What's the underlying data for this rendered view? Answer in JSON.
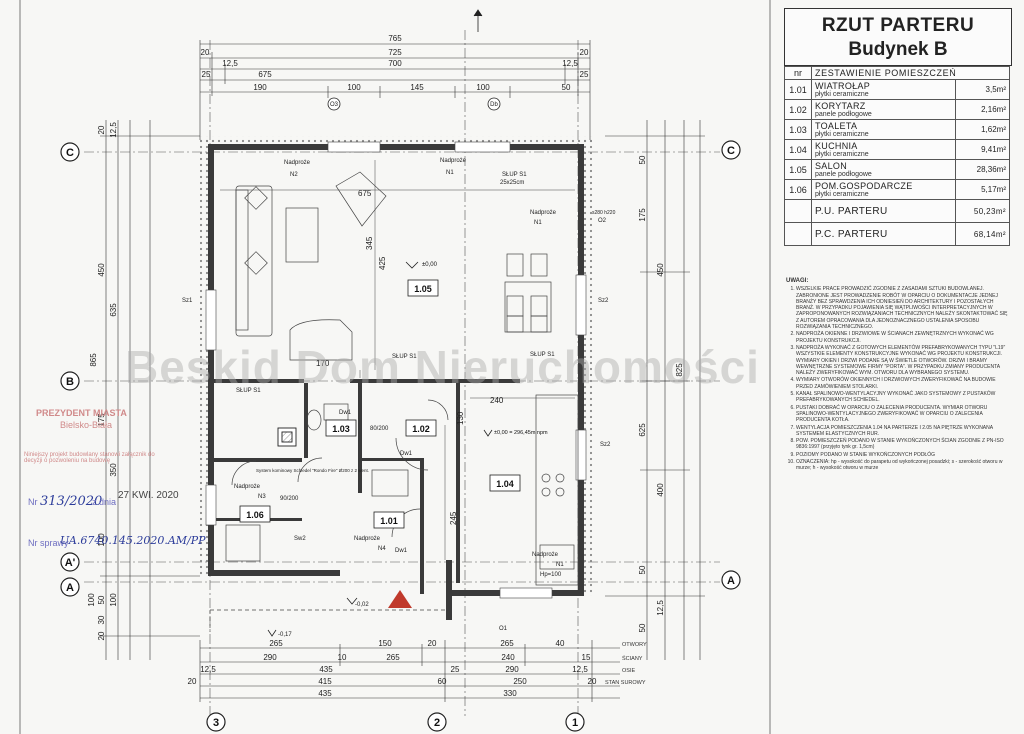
{
  "title": {
    "line1": "RZUT PARTERU",
    "line2": "Budynek B"
  },
  "room_table": {
    "col_nr": "nr",
    "col_name": "ZESTAWIENIE POMIESZCZEŃ",
    "rooms": [
      {
        "nr": "1.01",
        "name": "WIATROŁAP",
        "floor": "płytki ceramiczne",
        "area": "3,5m²"
      },
      {
        "nr": "1.02",
        "name": "KORYTARZ",
        "floor": "panele podłogowe",
        "area": "2,16m²"
      },
      {
        "nr": "1.03",
        "name": "TOALETA",
        "floor": "płytki ceramiczne",
        "area": "1,62m²"
      },
      {
        "nr": "1.04",
        "name": "KUCHNIA",
        "floor": "płytki ceramiczne",
        "area": "9,41m²"
      },
      {
        "nr": "1.05",
        "name": "SALON",
        "floor": "panele podłogowe",
        "area": "28,36m²"
      },
      {
        "nr": "1.06",
        "name": "POM.GOSPODARCZE",
        "floor": "płytki ceramiczne",
        "area": "5,17m²"
      }
    ],
    "pu_label": "P.U. PARTERU",
    "pu_value": "50,23m²",
    "pc_label": "P.C. PARTERU",
    "pc_value": "68,14m²"
  },
  "notes": {
    "heading": "UWAGI:",
    "items": [
      "WSZELKIE PRACE PROWADZIĆ ZGODNIE Z ZASADAMI SZTUKI BUDOWLANEJ. ZABRONIONE JEST PROWADZENIE ROBÓT W OPARCIU O DOKUMENTACJE JEDNEJ BRANŻY BEZ SPRAWDZENIA ICH ODNIESIEŃ DO ARCHITEKTURY I POZOSTAŁYCH BRANŻ. W PRZYPADKU POJAWIENIA SIĘ WĄTPLIWOŚCI INTERPRETACYJNYCH W ZAPROPONOWANYCH ROZWIĄZANIACH TECHNICZNYCH NALEŻY SKONTAKTOWAĆ SIĘ Z AUTOREM OPRACOWANIA DLA JEDNOZNACZNEGO USTALENIA SPOSOBU ROZWIĄZANIA TECHNICZNEGO.",
      "NADPROŻA OKIENNE I DRZWIOWE W ŚCIANACH ZEWNĘTRZNYCH WYKONAĆ WG PROJEKTU KONSTRUKCJI.",
      "NADPROŻA WYKONAĆ Z GOTOWYCH ELEMENTÓW PREFABRYKOWANYCH TYPU \"L19\" WSZYSTKIE ELEMENTY KONSTRUKCYJNE WYKONAĆ WG PROJEKTU KONSTRUKCJI. WYMIARY OKIEN I DRZWI PODANE SĄ W ŚWIETLE OTWORÓW. DRZWI I BRAMY WEWNĘTRZNE SYSTEMOWE FIRMY \"PORTA\". W PRZYPADKU ZMIANY PRODUCENTA NALEŻY ZWERYFIKOWAĆ WYM. OTWORU DLA WYBRANEGO SYSTEMU.",
      "WYMIARY OTWORÓW OKIENNYCH I DRZWIOWYCH ZWERYFIKOWAĆ NA BUDOWIE PRZED ZAMÓWIENIEM STOLARKI.",
      "KANAŁ SPALINOWO-WENTYLACYJNY WYKONAĆ JAKO SYSTEMOWY Z PUSTAKÓW PREFABRYKOWANYCH SCHIEDEL.",
      "PUSTAKI DOBRAĆ W OPARCIU O ZALECENIA PRODUCENTA. WYMIAR OTWORU SPALINOWO-WENTYLACYJNEGO ZWERYFIKOWAĆ W OPARCIU O ZALECENIA PRODUCENTA KOTŁA.",
      "WENTYLACJA POMIESZCZENIA 1.04 NA PARTERZE I 2.05 NA PIĘTRZE WYKONANA SYSTEMEM ELASTYCZNYCH RUR.",
      "POW. POMIESZCZEŃ PODANO W STANIE WYKOŃCZONYCH ŚCIAN ZGODNIE Z PN-ISO 9836:1997 (przyjęto tynk gr. 1,5cm)",
      "POZIOMY PODANO W STANIE WYKOŃCZONYCH PODŁÓG",
      "OZNACZENIA: hp - wysokość do parapetu od wykończonej posadzki; s - szerokość otworu w murze; h - wysokość otworu w murze"
    ]
  },
  "plan": {
    "axis_rows": [
      "C",
      "B",
      "A'",
      "A"
    ],
    "axis_cols": [
      "3",
      "2",
      "1"
    ],
    "top_dims": {
      "row1": [
        "765"
      ],
      "row2": [
        "20",
        "725",
        "20"
      ],
      "row3": [
        "12,5",
        "700",
        "12,5"
      ],
      "row4": [
        "25",
        "675",
        "25"
      ],
      "row5": [
        "190",
        "100",
        "145",
        "100",
        "50"
      ],
      "window_marks": [
        "O3",
        "Db"
      ]
    },
    "bottom_dims": {
      "row1": [
        "265",
        "150",
        "20",
        "265",
        "40"
      ],
      "row2": [
        "290",
        "10",
        "265",
        "240",
        "15"
      ],
      "row3": [
        "12,5",
        "435",
        "25",
        "290",
        "12,5"
      ],
      "row4": [
        "20",
        "415",
        "60",
        "250",
        "20"
      ],
      "row5": [
        "435",
        "330"
      ],
      "legend": [
        "OTWORY",
        "ŚCIANY",
        "OSIE",
        "STAN SUROWY"
      ]
    },
    "left_dims": [
      "20",
      "12,5",
      "450",
      "635",
      "865",
      "175",
      "350",
      "100",
      "100",
      "50",
      "30",
      "100",
      "20"
    ],
    "right_dims": [
      "50",
      "175",
      "450",
      "825",
      "625",
      "400",
      "50",
      "12,5",
      "50"
    ],
    "rooms": [
      {
        "nr": "1.05",
        "level": "±0,00"
      },
      {
        "nr": "1.04",
        "level": "±0,00 = 296,45m npm"
      },
      {
        "nr": "1.03"
      },
      {
        "nr": "1.02"
      },
      {
        "nr": "1.01"
      },
      {
        "nr": "1.06"
      }
    ],
    "labels": {
      "nadproze": "Nadproże",
      "n1": "N1",
      "n2": "N2",
      "n3": "N3",
      "n4": "N4",
      "slup": "SŁUP S1",
      "slup_dim": "25x25cm",
      "sz1": "Sz1",
      "sz2": "Sz2",
      "sw2": "Sw2",
      "o2": "O2",
      "o1": "O1",
      "dw1": "Dw1",
      "chimney": "System kominowy Schiedel \"Rondo Fire\" Ø200 z 2 went.",
      "entrance_level": "-0,02",
      "terrace_level": "-0,17",
      "hp": "Hp=100",
      "dim_675": "675",
      "dim_345": "345",
      "dim_425": "425",
      "dim_170": "170",
      "dim_240": "240",
      "dim_130": "130",
      "dim_245": "245",
      "dim_80_200": "80/200",
      "dim_90_200": "90/200",
      "dim_s280": "s280 h220"
    }
  },
  "watermark": "Beskid Dom Nieruchomości",
  "stamps": {
    "title": "PREZYDENT MIASTA",
    "city": "Bielsko-Biała",
    "note": "Niniejszy projekt budowlany stanowi załącznik do decyzji o pozwoleniu na budowę",
    "nr_label": "Nr",
    "nr_value": "313/2020",
    "date_label": "z dnia",
    "date_value": "27 KWI. 2020",
    "sprawa_label": "Nr sprawy",
    "sprawa_value": "UA.6740.145.2020.AM/PP"
  }
}
